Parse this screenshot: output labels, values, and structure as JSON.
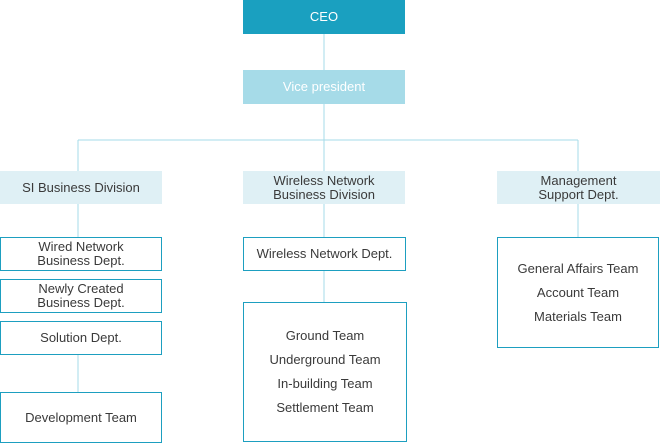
{
  "colors": {
    "ceo": "#1aa0c0",
    "vp": "#a6dbe8",
    "division": "#dff0f5",
    "border": "#1d9fc0",
    "connector": "#a6dbe8"
  },
  "ceo": "CEO",
  "vice_president": "Vice president",
  "divisions": {
    "si": "SI Business Division",
    "wireless": [
      "Wireless Network",
      "Business Division"
    ],
    "management": [
      "Management",
      "Support Dept."
    ]
  },
  "si_depts": {
    "wired": [
      "Wired Network",
      "Business Dept."
    ],
    "newly_created": [
      "Newly Created",
      "Business Dept."
    ],
    "solution": "Solution Dept.",
    "development": "Development Team"
  },
  "wireless_dept": "Wireless Network Dept.",
  "wireless_teams": [
    "Ground Team",
    "Underground Team",
    "In-building Team",
    "Settlement Team"
  ],
  "management_teams": [
    "General Affairs Team",
    "Account Team",
    "Materials Team"
  ]
}
